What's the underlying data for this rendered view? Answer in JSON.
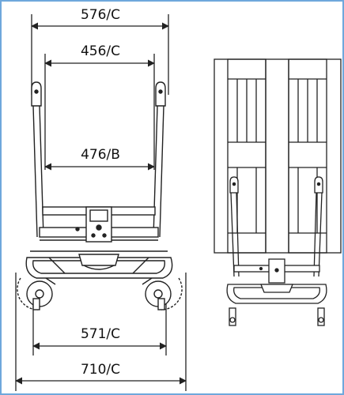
{
  "dimensions": {
    "overall_top": "576/C",
    "top_inner": "456/C",
    "middle": "476/B",
    "bottom_inner": "571/C",
    "overall_bottom": "710/C"
  },
  "colors": {
    "frame_border": "#6fa8dc",
    "line": "#222222"
  },
  "icons": [
    "dimension-arrow",
    "trolley-front-view",
    "trolley-side-view-with-pallet"
  ]
}
